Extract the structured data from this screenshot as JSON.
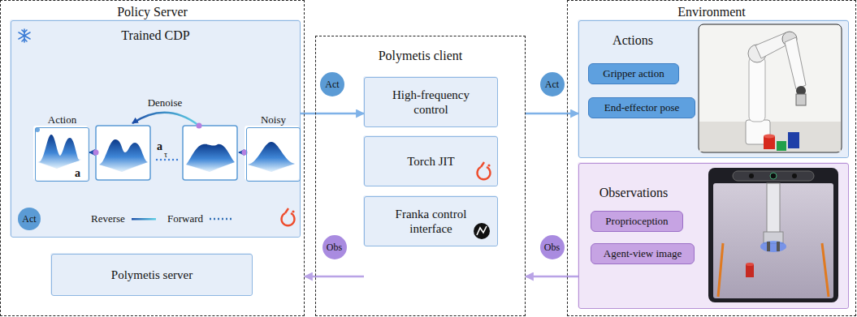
{
  "diagram": {
    "nodes": [
      {
        "text": [
          "Policy Server"
        ]
      },
      {
        "text": [
          "Trained CDP"
        ],
        "in": 0
      },
      {
        "text": [
          "Action",
          "a"
        ],
        "in": 1
      },
      {
        "text": [
          "Noisy"
        ],
        "in": 1
      },
      {
        "text": [
          "Act"
        ],
        "in": 1
      },
      {
        "text": [
          "Polymetis server"
        ],
        "in": 0
      },
      {
        "text": [
          "Polymetis client"
        ]
      },
      {
        "text": [
          "High-frequency control"
        ],
        "in": 6
      },
      {
        "text": [
          "Torch JIT"
        ],
        "in": 6
      },
      {
        "text": [
          "Franka control interface"
        ],
        "in": 6
      },
      {
        "text": [
          "Environment"
        ]
      },
      {
        "text": [
          "Actions"
        ],
        "in": 10
      },
      {
        "text": [
          "Gripper action"
        ],
        "in": 11
      },
      {
        "text": [
          "End-effector pose"
        ],
        "in": 11
      },
      {
        "text": [
          "Observations"
        ],
        "in": 10
      },
      {
        "text": [
          "Proprioception"
        ],
        "in": 14
      },
      {
        "text": [
          "Agent-view image"
        ],
        "in": 14
      }
    ],
    "edges": [
      {
        "from": 1,
        "to": 7,
        "arrow": "to",
        "label": "Act"
      },
      {
        "from": 6,
        "to": 11,
        "arrow": "to",
        "label": "Act"
      },
      {
        "from": 14,
        "to": 6,
        "arrow": "to",
        "label": "Obs"
      },
      {
        "from": 9,
        "to": 0,
        "arrow": "to",
        "label": "Obs"
      }
    ],
    "labels": [
      "Denoise",
      "a",
      "τ"
    ],
    "legend": [
      {
        "text": "Reverse"
      },
      {
        "text": "Forward"
      }
    ]
  }
}
